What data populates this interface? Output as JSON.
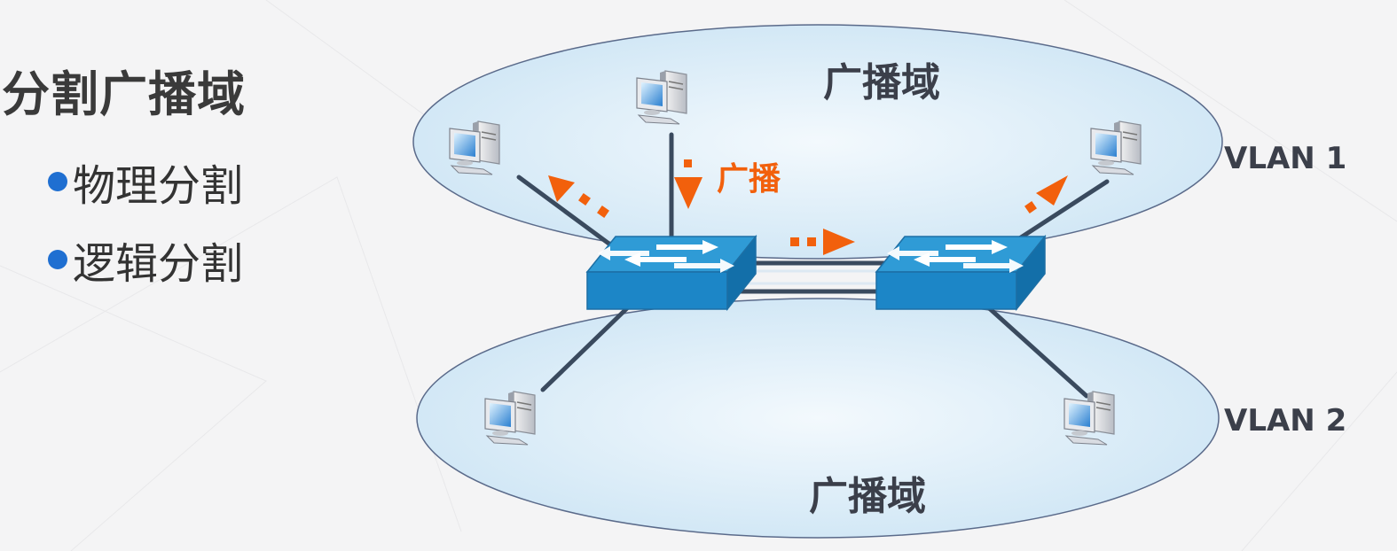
{
  "left_panel": {
    "title": "分割广播域",
    "bullets": [
      {
        "icon": "bullet-dot-icon",
        "text": "物理分割"
      },
      {
        "icon": "bullet-dot-icon",
        "text": "逻辑分割"
      }
    ]
  },
  "diagram": {
    "domain_top_label": "广播域",
    "domain_bottom_label": "广播域",
    "vlan1_label": "VLAN 1",
    "vlan2_label": "VLAN 2",
    "broadcast_label": "广播",
    "colors": {
      "ellipse_fill": "#dfeffa",
      "ellipse_stroke": "#5a6a8a",
      "switch_top": "#2f9bd6",
      "switch_front": "#1c86c7",
      "link": "#3a4a5e",
      "arrow": "#f2600c",
      "label_dark": "#3b3f4a"
    },
    "icons": [
      "computer-icon",
      "switch-icon",
      "arrow-icon"
    ]
  }
}
